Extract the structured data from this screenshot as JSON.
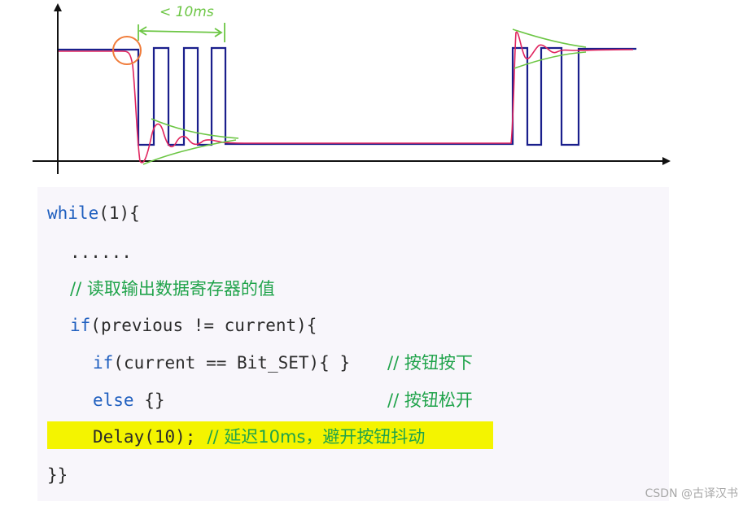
{
  "annotation": {
    "duration_label": "< 10ms"
  },
  "code": {
    "line1_kw": "while",
    "line1_rest": "(1){",
    "line2": "......",
    "line3_comment": "// 读取输出数据寄存器的值",
    "line4_kw": "if",
    "line4_rest": "(previous != current){",
    "line5_kw": "if",
    "line5_rest": "(current == Bit_SET){ }",
    "line5_comment": "// 按钮按下",
    "line6_kw": "else",
    "line6_rest": " {}",
    "line6_comment": "// 按钮松开",
    "line7_code": "Delay(10);",
    "line7_comment": "// 延迟10ms，避开按钮抖动",
    "line8": "}}"
  },
  "watermark": "CSDN @古译汉书",
  "colors": {
    "signal": "#1a1f8c",
    "noise": "#e0245e",
    "annotation": "#6cc644",
    "marker": "#f07c3a",
    "highlight": "#f4f400",
    "keyword": "#1f5fbf",
    "comment": "#1fa34a"
  }
}
